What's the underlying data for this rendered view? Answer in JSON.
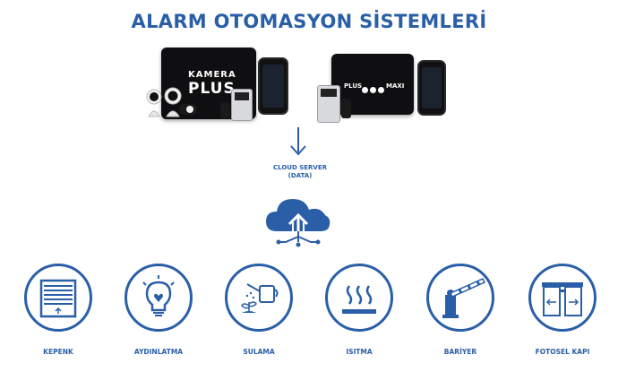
{
  "title": "ALARM OTOMASYON SİSTEMLERİ",
  "left_product": {
    "brand_top": "KAMERA",
    "brand_bottom": "PLUS"
  },
  "right_product": {
    "brand_left": "PLUS",
    "brand_right": "MAXI"
  },
  "cloud": {
    "line1": "CLOUD SERVER",
    "line2": "(DATA)"
  },
  "categories": [
    {
      "label": "KEPENK"
    },
    {
      "label": "AYDINLATMA"
    },
    {
      "label": "SULAMA"
    },
    {
      "label": "ISITMA"
    },
    {
      "label": "BARİYER"
    },
    {
      "label": "FOTOSEL KAPI"
    }
  ],
  "colors": {
    "brand_blue": "#2a5fa8",
    "panel_black": "#0f0f11"
  },
  "icons": [
    "shutter-icon",
    "lightbulb-icon",
    "watering-can-icon",
    "heating-icon",
    "barrier-icon",
    "sliding-door-icon"
  ]
}
